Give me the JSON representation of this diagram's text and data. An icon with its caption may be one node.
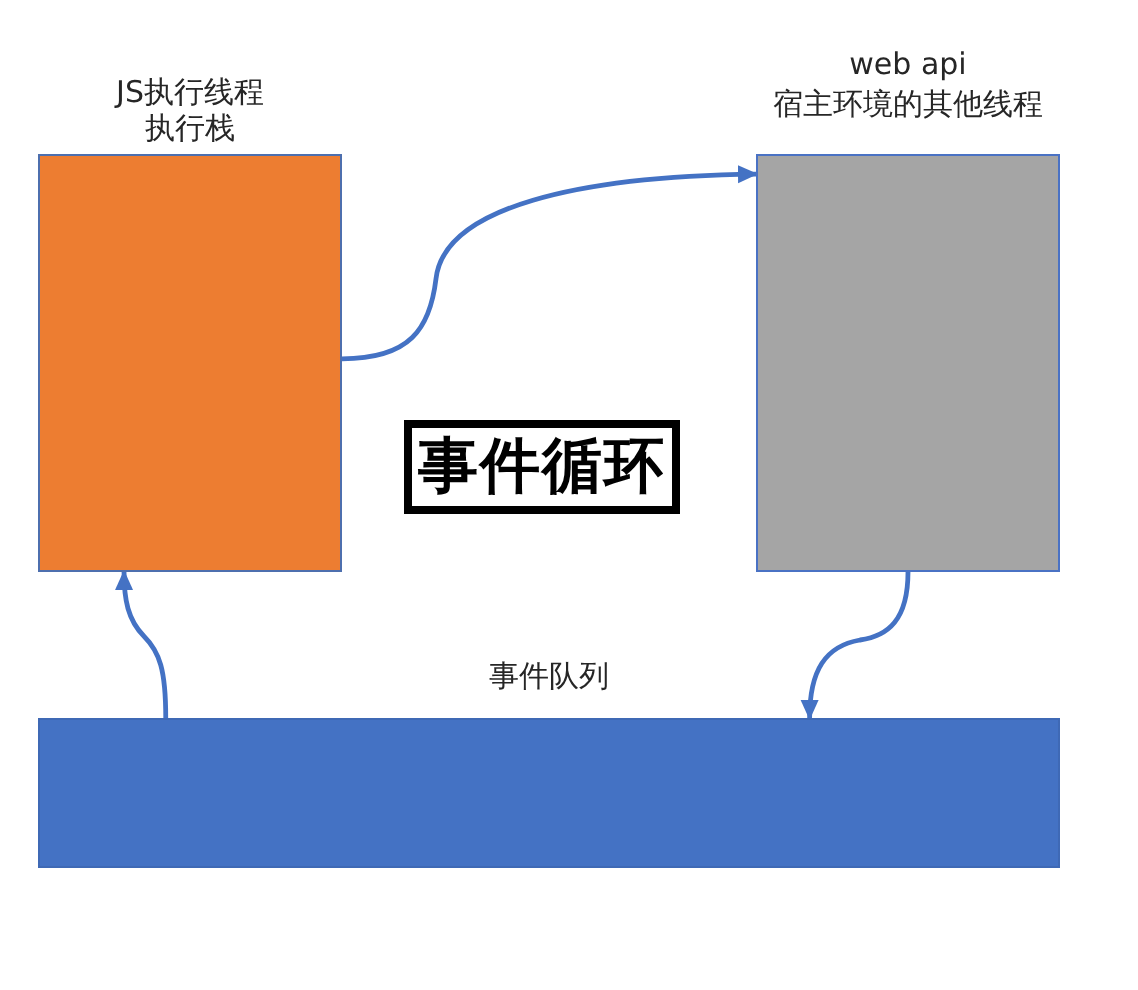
{
  "diagram": {
    "nodes": [
      {
        "text": [
          "JS执行线程",
          "执行栈"
        ]
      },
      {
        "text": [
          "web api",
          "宿主环境的其他线程"
        ]
      },
      {
        "text": [
          "事件循环"
        ]
      },
      {
        "text": [
          "事件队列"
        ]
      }
    ],
    "edges": [
      {
        "from": 0,
        "to": 1,
        "arrow": "to"
      },
      {
        "from": 1,
        "to": 3,
        "arrow": "to"
      },
      {
        "from": 3,
        "to": 0,
        "arrow": "to"
      }
    ]
  }
}
